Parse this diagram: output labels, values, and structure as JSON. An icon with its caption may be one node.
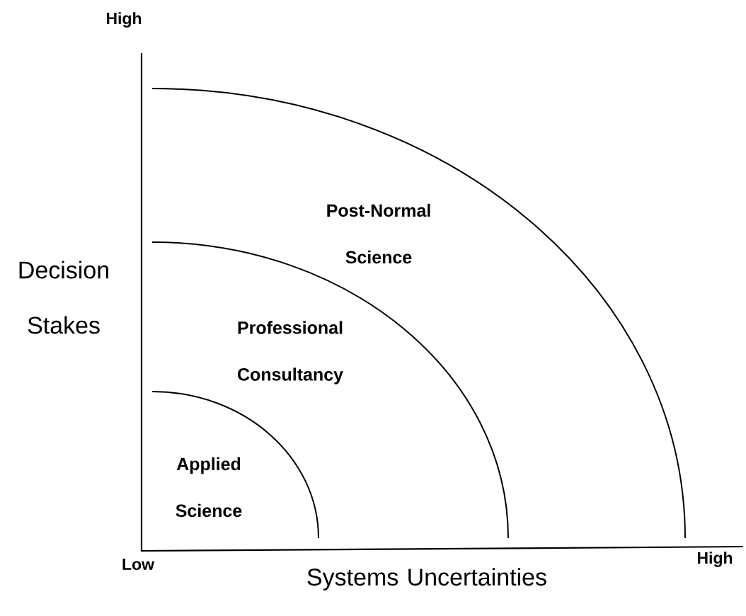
{
  "diagram": {
    "nodes": [
      {
        "text": [
          "Post-Normal Science"
        ]
      },
      {
        "text": [
          "Professional Consultancy"
        ],
        "in": 0
      },
      {
        "text": [
          "Applied Science"
        ],
        "in": 1
      }
    ],
    "labels": [
      "High",
      "Decision Stakes",
      "Low",
      "Systems Uncertainties",
      "High"
    ]
  }
}
